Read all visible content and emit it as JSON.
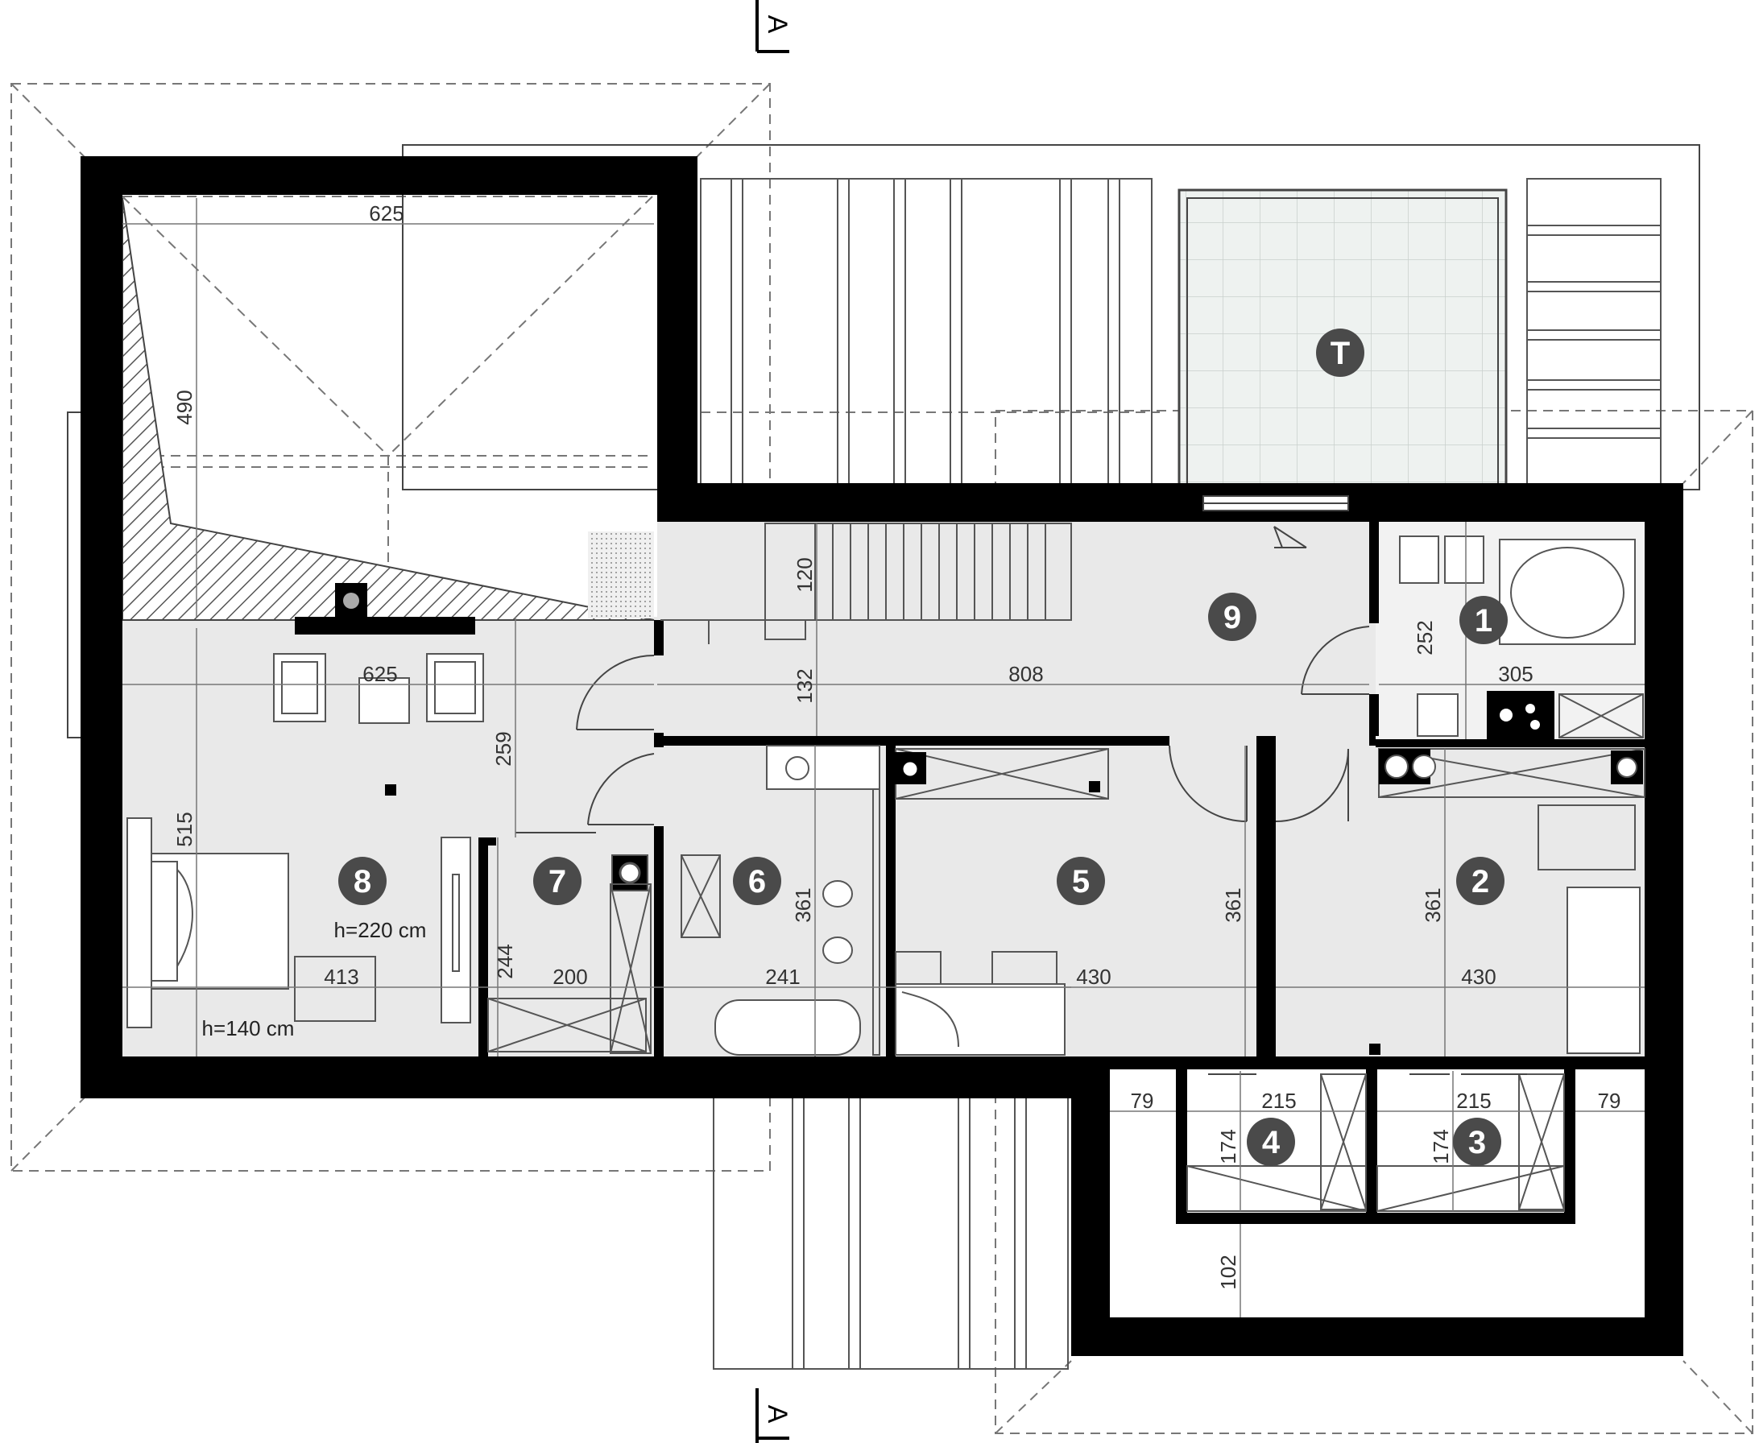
{
  "section_marks": {
    "top": "A",
    "bottom": "A"
  },
  "room_numbers": {
    "r1": "1",
    "r2": "2",
    "r3": "3",
    "r4": "4",
    "r5": "5",
    "r6": "6",
    "r7": "7",
    "r8": "8",
    "r9": "9",
    "terrace": "T"
  },
  "dimensions": {
    "d625_top": "625",
    "d490": "490",
    "d625_mid": "625",
    "d259": "259",
    "d515": "515",
    "d413": "413",
    "d200": "200",
    "d244": "244",
    "d120": "120",
    "d132": "132",
    "d808": "808",
    "d241": "241",
    "d361_room6": "361",
    "d430_room5": "430",
    "d361_room5": "361",
    "d252": "252",
    "d305": "305",
    "d361_room2": "361",
    "d430_room2": "430",
    "d79_left": "79",
    "d215_left": "215",
    "d174_left": "174",
    "d215_right": "215",
    "d174_right": "174",
    "d79_right": "79",
    "d102": "102"
  },
  "notes": {
    "h220": "h=220 cm",
    "h140": "h=140 cm"
  },
  "colors": {
    "wall": "#000000",
    "floor": "#e9e9e9",
    "badge": "#4a4a4a",
    "line": "#666666",
    "tile": "#eef2f0"
  }
}
